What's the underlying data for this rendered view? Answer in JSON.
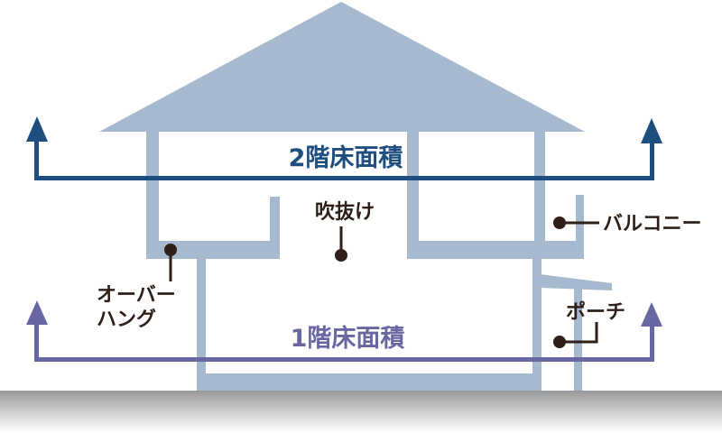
{
  "diagram": {
    "title": "house-floor-area-cross-section",
    "labels": {
      "floor2": "2階床面積",
      "floor1": "1階床面積",
      "atrium": "吹抜け",
      "balcony": "バルコニー",
      "overhang_line1": "オーバー",
      "overhang_line2": "ハング",
      "porch": "ポーチ"
    },
    "colors": {
      "house_fill": "#a6b9ce",
      "floor2_accent": "#1d4e7f",
      "floor1_accent": "#6967a2",
      "callout": "#2e2018",
      "ground_top": "#999999",
      "ground_bottom": "#ffffff"
    }
  }
}
